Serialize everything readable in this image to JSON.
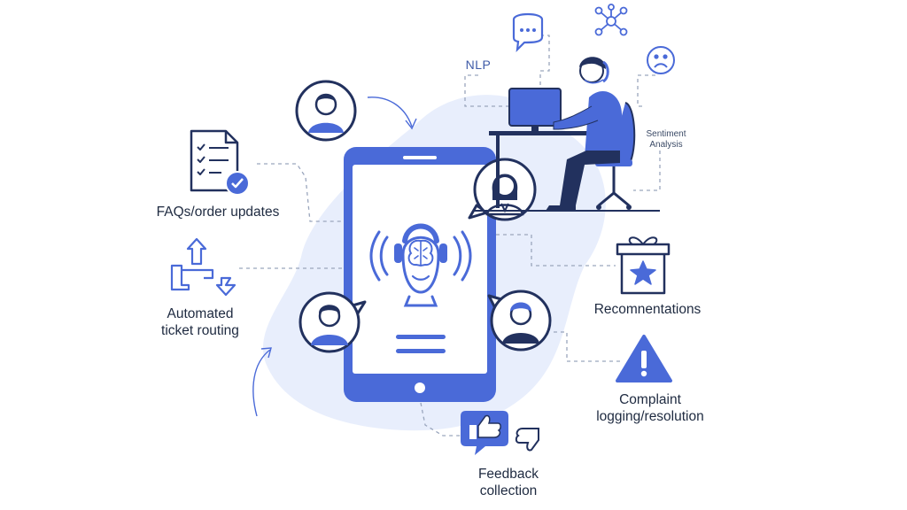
{
  "labels": {
    "faqs": "FAQs/order updates",
    "routing_line1": "Automated",
    "routing_line2": "ticket routing",
    "nlp": "NLP",
    "sentiment_line1": "Sentiment",
    "sentiment_line2": "Analysis",
    "recommendations": "Recomnentations",
    "complaint_line1": "Complaint",
    "complaint_line2": "logging/resolution",
    "feedback_line1": "Feedback",
    "feedback_line2": "collection"
  },
  "colors": {
    "primary": "#4a6ad8",
    "navy": "#22315e",
    "blob": "#e6ecfb",
    "dash": "#9aa6bd"
  },
  "icons": [
    "document-checklist-icon",
    "routing-arrows-icon",
    "chat-bubble-icon",
    "network-icon",
    "sad-face-icon",
    "gift-star-icon",
    "warning-icon",
    "thumbs-feedback-icon",
    "ai-brain-head-icon"
  ]
}
